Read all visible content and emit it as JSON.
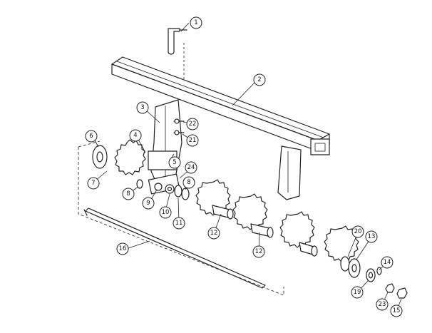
{
  "callouts": [
    {
      "id": "1",
      "label": "1"
    },
    {
      "id": "2",
      "label": "2"
    },
    {
      "id": "3",
      "label": "3"
    },
    {
      "id": "4",
      "label": "4"
    },
    {
      "id": "5",
      "label": "5"
    },
    {
      "id": "6",
      "label": "6"
    },
    {
      "id": "7",
      "label": "7"
    },
    {
      "id": "8a",
      "label": "8"
    },
    {
      "id": "8b",
      "label": "8"
    },
    {
      "id": "9",
      "label": "9"
    },
    {
      "id": "10",
      "label": "10"
    },
    {
      "id": "11",
      "label": "11"
    },
    {
      "id": "12a",
      "label": "12"
    },
    {
      "id": "12b",
      "label": "12"
    },
    {
      "id": "13",
      "label": "13"
    },
    {
      "id": "14",
      "label": "14"
    },
    {
      "id": "15",
      "label": "15"
    },
    {
      "id": "16",
      "label": "16"
    },
    {
      "id": "19",
      "label": "19"
    },
    {
      "id": "20",
      "label": "20"
    },
    {
      "id": "21",
      "label": "21"
    },
    {
      "id": "22",
      "label": "22"
    },
    {
      "id": "23",
      "label": "23"
    },
    {
      "id": "24",
      "label": "24"
    }
  ]
}
